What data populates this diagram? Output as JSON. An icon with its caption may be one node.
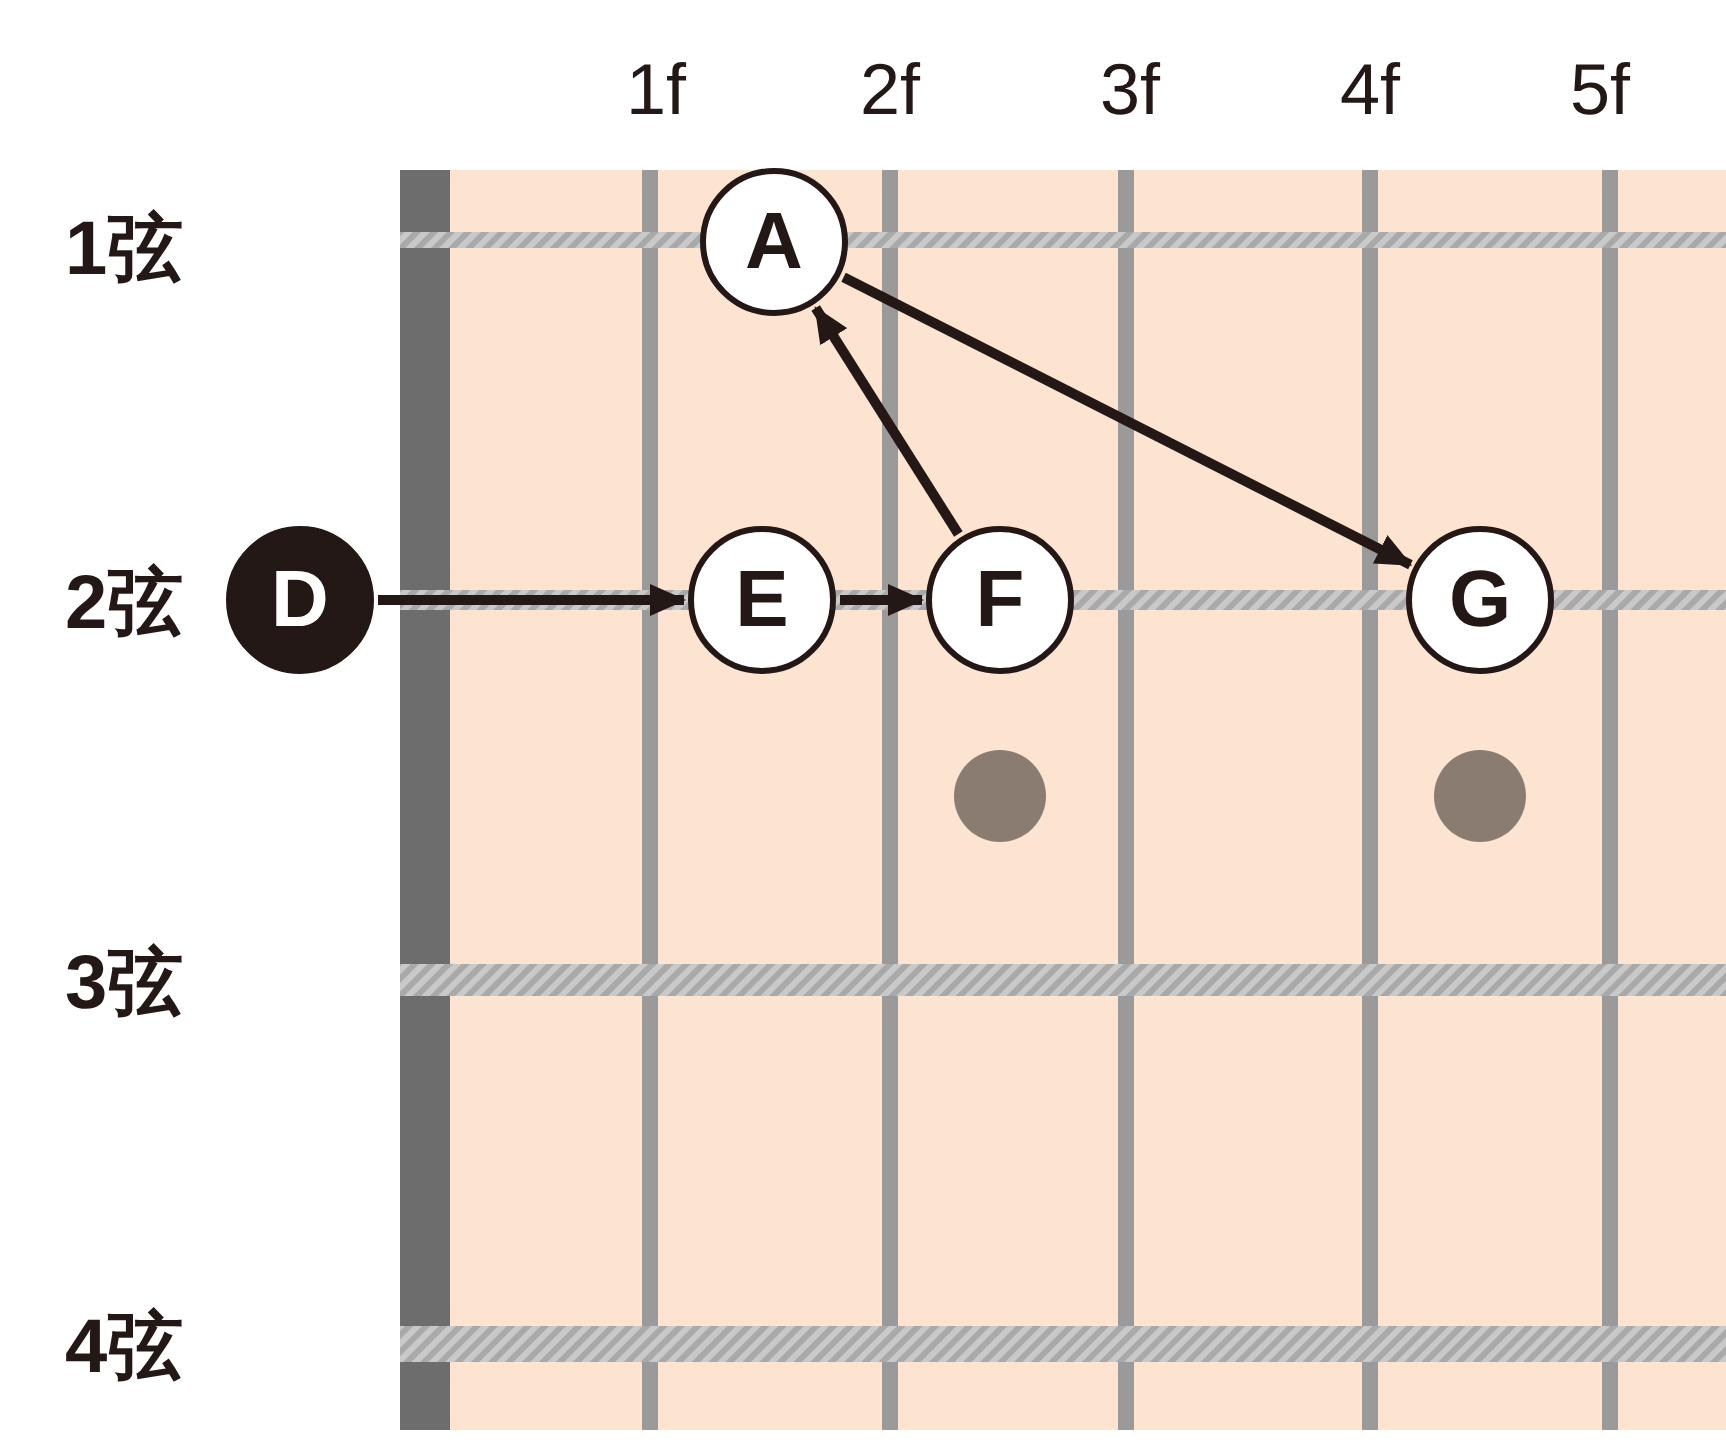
{
  "diagram": {
    "nodes": [
      {
        "text": [
          "A"
        ]
      },
      {
        "text": [
          "D"
        ]
      },
      {
        "text": [
          "E"
        ]
      },
      {
        "text": [
          "F"
        ]
      },
      {
        "text": [
          "G"
        ]
      }
    ],
    "edges": [
      {
        "from": 1,
        "to": 2,
        "arrow": "to"
      },
      {
        "from": 2,
        "to": 3,
        "arrow": "to"
      },
      {
        "from": 3,
        "to": 0,
        "arrow": "to"
      },
      {
        "from": 0,
        "to": 4,
        "arrow": "to"
      }
    ],
    "labels": [
      "1f",
      "2f",
      "3f",
      "4f",
      "5f",
      "1弦",
      "2弦",
      "3弦",
      "4弦"
    ]
  }
}
